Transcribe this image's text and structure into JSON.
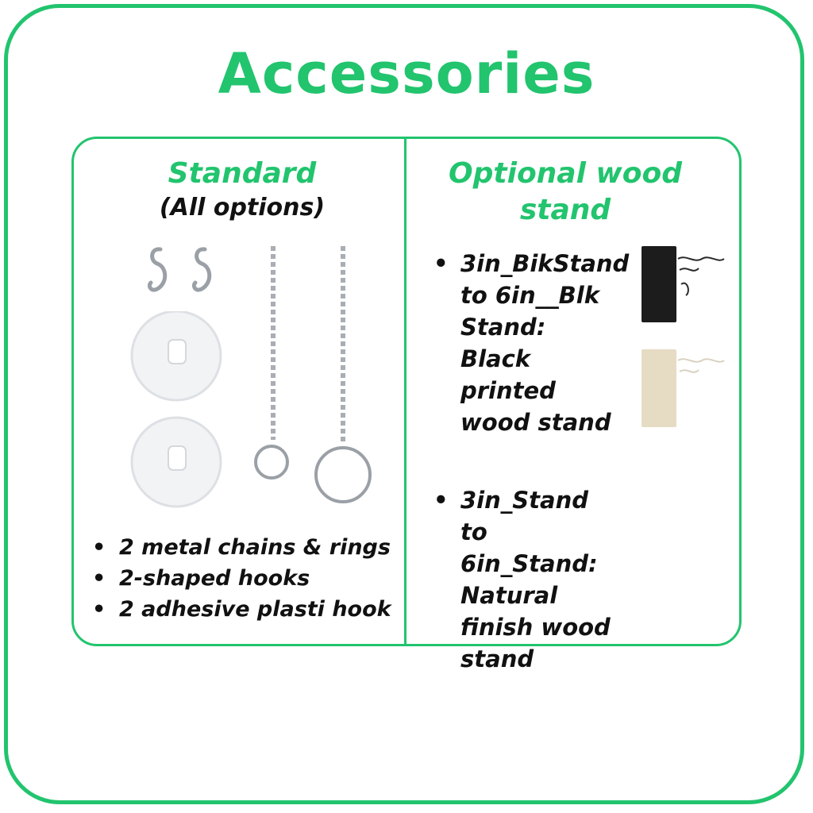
{
  "title": "Accessories",
  "standard": {
    "heading": "Standard",
    "subheading": "(All options)",
    "items": [
      "2 metal chains & rings",
      "2-shaped hooks",
      "2 adhesive plasti hook"
    ]
  },
  "optional": {
    "heading_line1": "Optional wood",
    "heading_line2": "stand",
    "items": [
      "3in_BikStand to 6in__Blk Stand: Black printed wood stand",
      "3in_Stand to 6in_Stand: Natural finish wood stand"
    ]
  },
  "colors": {
    "accent": "#22c46e",
    "text": "#111111",
    "black_stand": "#1c1c1c",
    "natural_stand": "#e6dcc4"
  }
}
